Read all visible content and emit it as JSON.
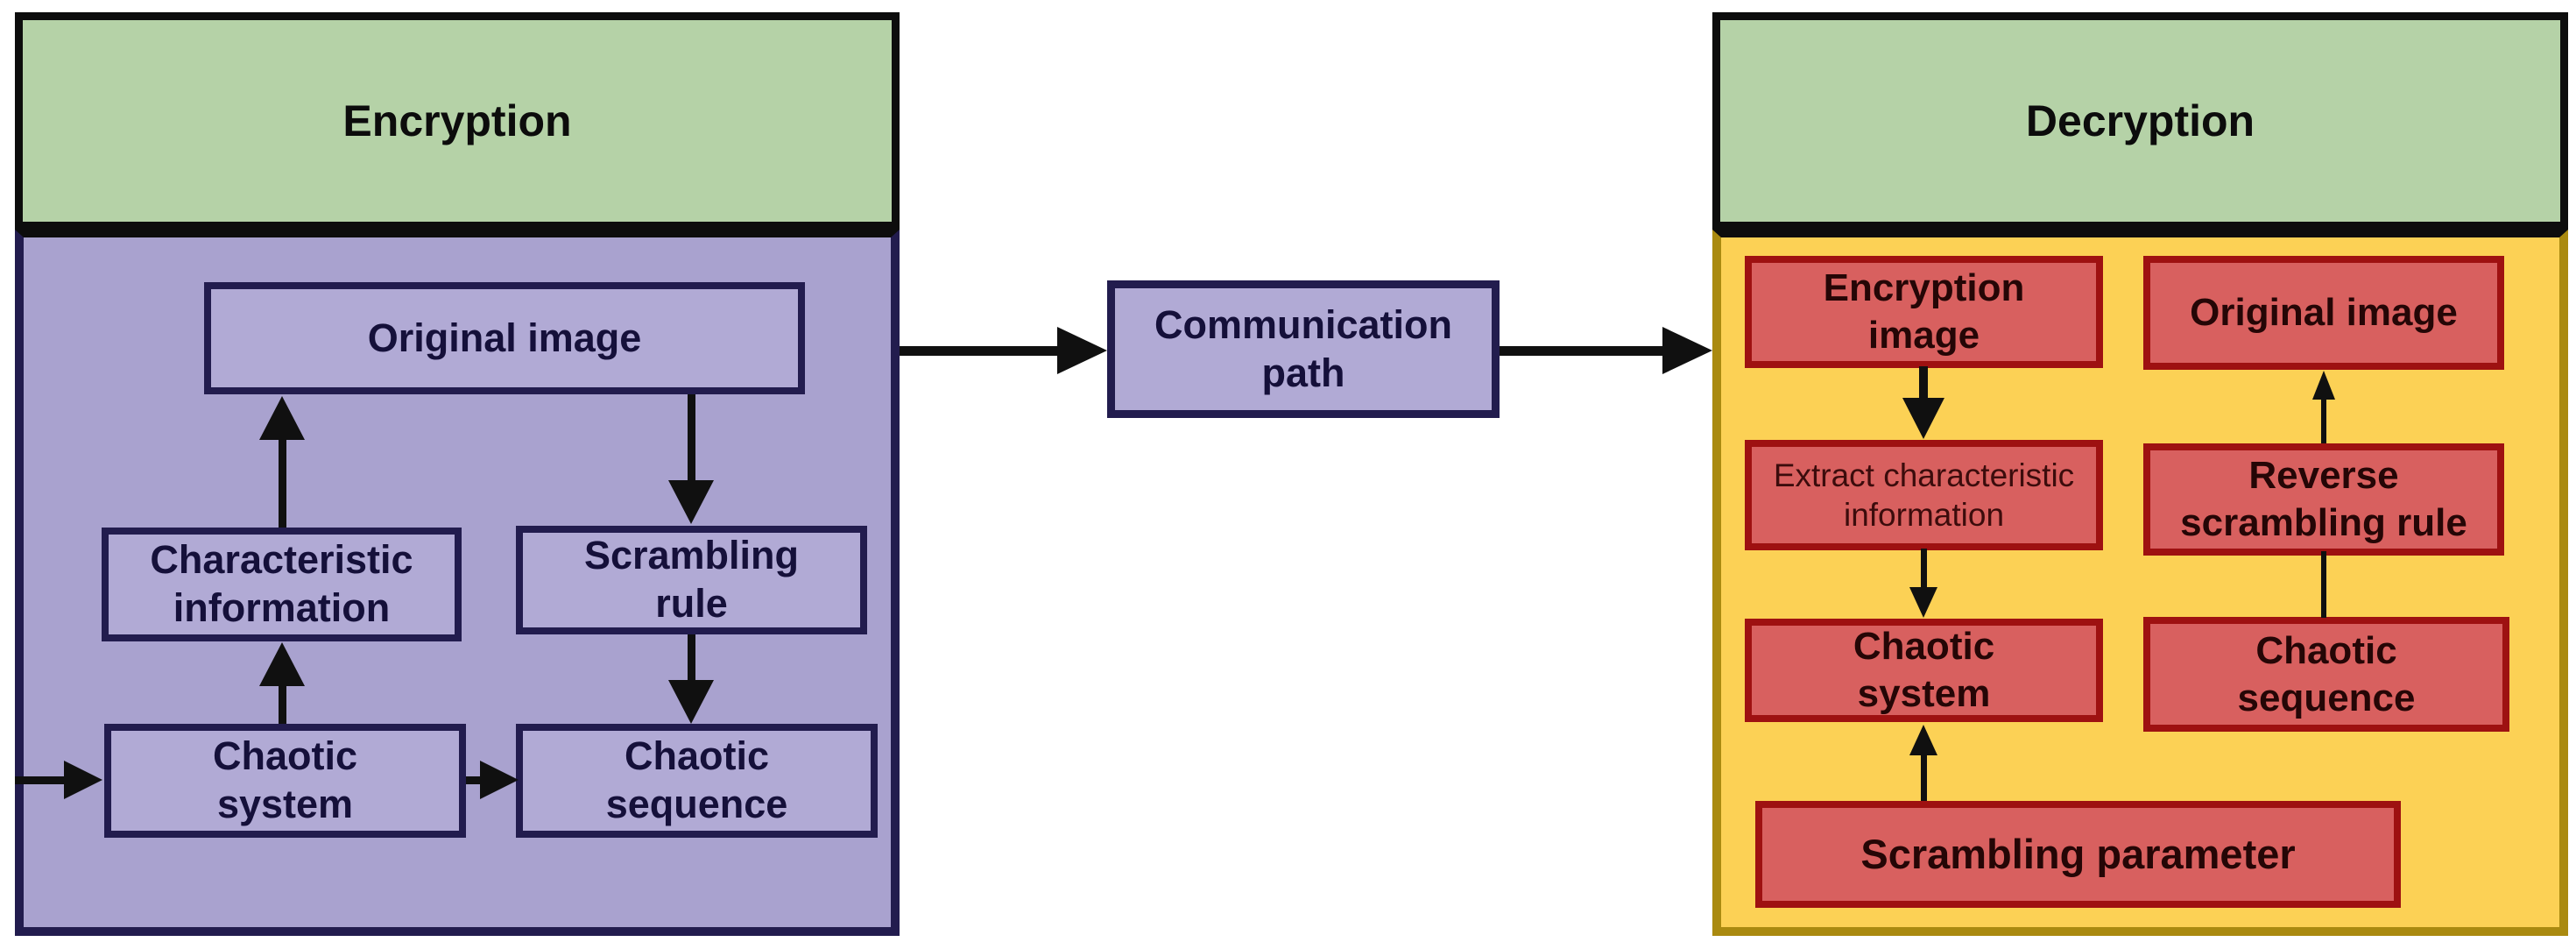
{
  "colors": {
    "page_bg": "#ffffff",
    "header_green": "#b5d2a7",
    "panel_purple": "#a9a2cf",
    "box_purple": "#b1aad5",
    "navy_border": "#221c4e",
    "black_border": "#0d0d0d",
    "panel_yellow": "#fcd155",
    "gold_border": "#aa8a10",
    "box_red": "#d8605f",
    "red_border": "#9e1111",
    "arrow_black": "#101010",
    "text_black": "#0c0c0c",
    "text_navy": "#15103a",
    "text_maroon": "#250606",
    "text_maroon_light": "#3c0c0c"
  },
  "encryption_panel": {
    "title": "Encryption",
    "boxes": {
      "original_image": "Original image",
      "characteristic_information": "Characteristic\ninformation",
      "scrambling_rule": "Scrambling\nrule",
      "chaotic_system": "Chaotic\nsystem",
      "chaotic_sequence": "Chaotic\nsequence"
    }
  },
  "channel": {
    "communication_path": "Communication\npath"
  },
  "decryption_panel": {
    "title": "Decryption",
    "boxes": {
      "encryption_image": "Encryption\nimage",
      "original_image": "Original image",
      "extract_characteristic_information": "Extract characteristic\ninformation",
      "reverse_scrambling_rule": "Reverse\nscrambling rule",
      "chaotic_system": "Chaotic\nsystem",
      "chaotic_sequence": "Chaotic\nsequence",
      "scrambling_parameter": "Scrambling parameter"
    }
  }
}
